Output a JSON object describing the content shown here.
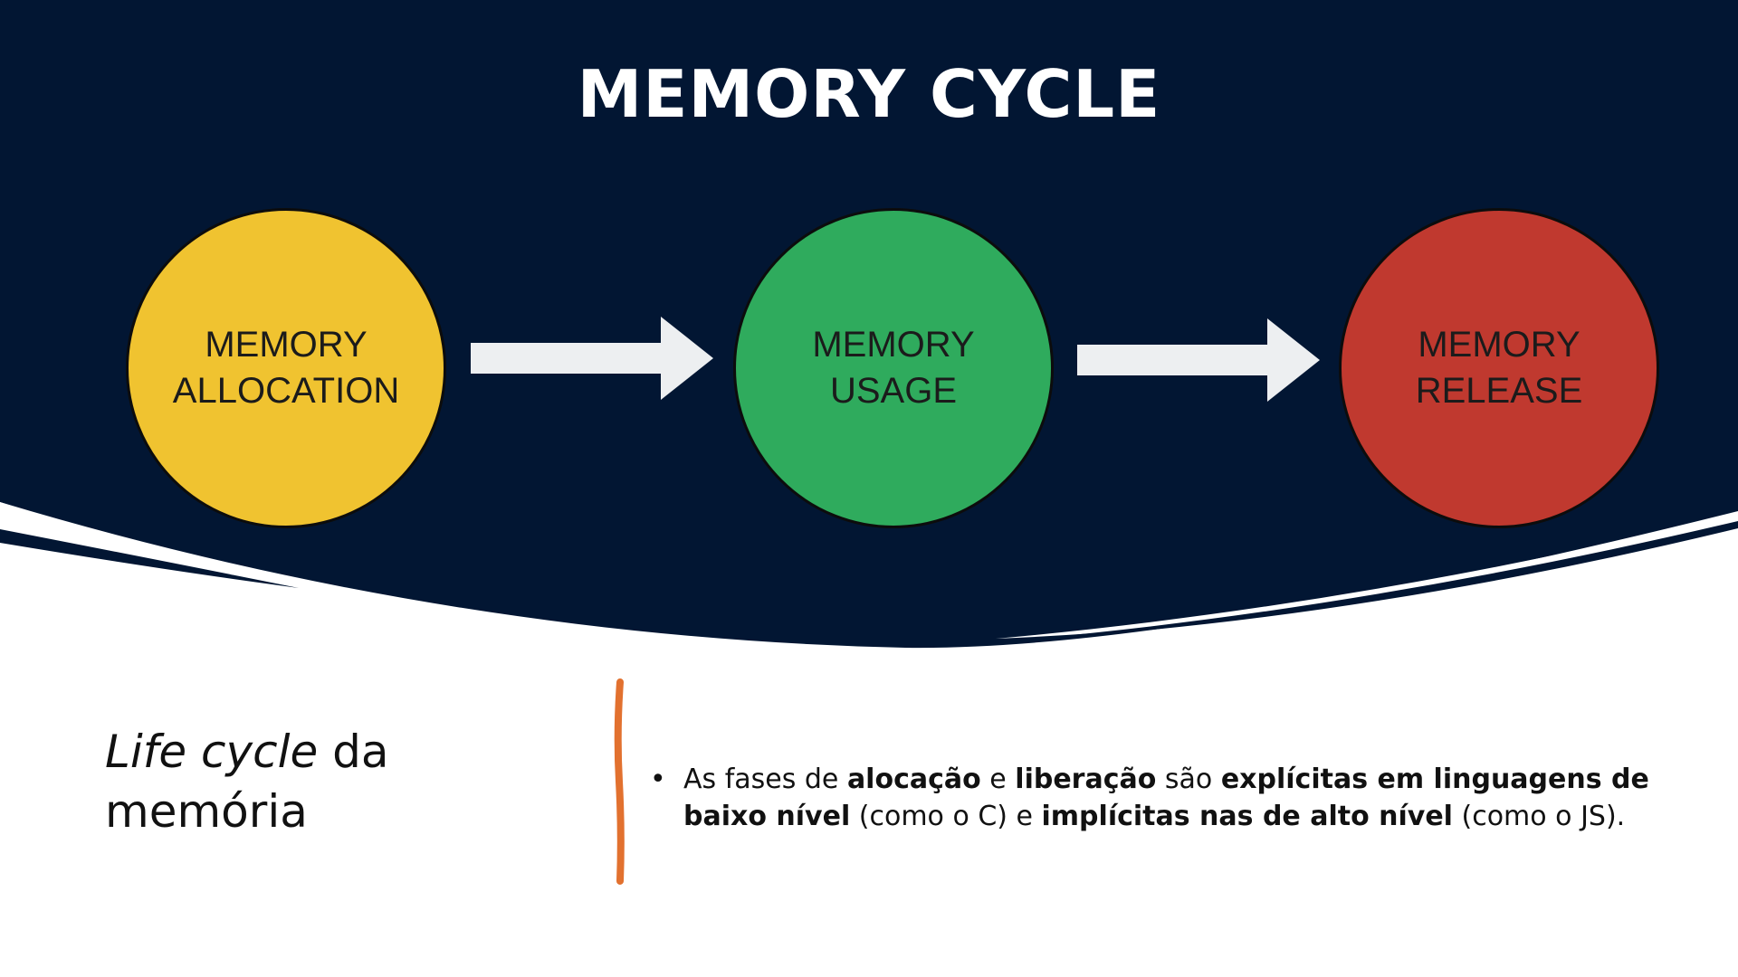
{
  "diagram": {
    "title": "MEMORY CYCLE",
    "stages": [
      {
        "line1": "MEMORY",
        "line2": "ALLOCATION",
        "color": "#F0C330"
      },
      {
        "line1": "MEMORY",
        "line2": "USAGE",
        "color": "#2FAB5D"
      },
      {
        "line1": "MEMORY",
        "line2": "RELEASE",
        "color": "#C0392F"
      }
    ],
    "background_color": "#021633",
    "arrow_color": "#EDEFF1"
  },
  "heading": {
    "italic_part": "Life cycle",
    "rest_part": " da",
    "line2": "memória"
  },
  "divider_color": "#E2712F",
  "bullet": {
    "marker": "•",
    "t1": "As fases de ",
    "b1": "alocação",
    "t2": " e ",
    "b2": "liberação",
    "t3": " são ",
    "b3": "explícitas em linguagens de baixo nível",
    "t4": " (como o C) e ",
    "b4": "implícitas nas de alto nível",
    "t5": " (como o JS)."
  }
}
